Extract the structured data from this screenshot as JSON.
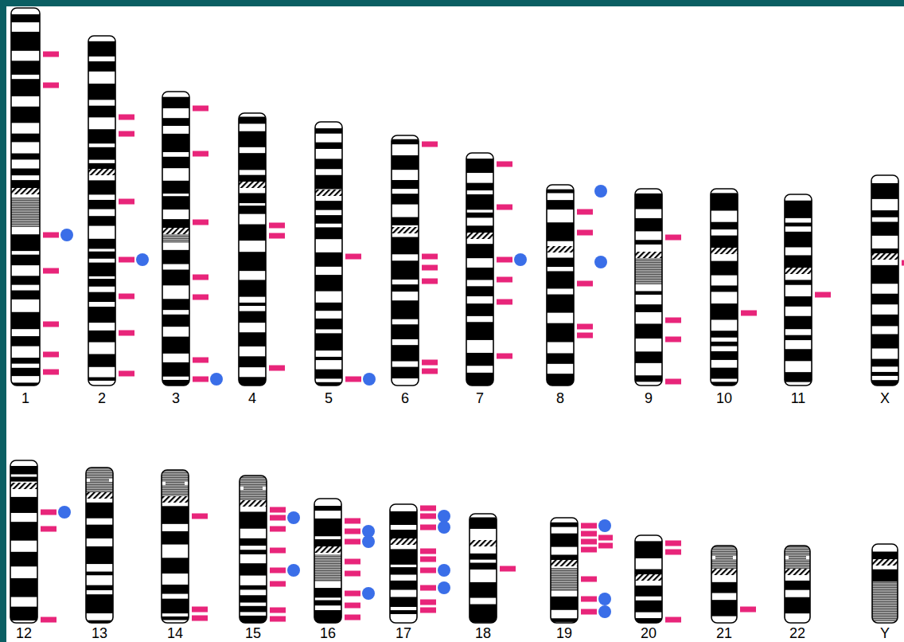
{
  "diagram": {
    "labels": [
      "1",
      "2",
      "3",
      "4",
      "5",
      "6",
      "7",
      "8",
      "9",
      "10",
      "11",
      "X",
      "12",
      "13",
      "14",
      "15",
      "16",
      "17",
      "18",
      "19",
      "20",
      "21",
      "22",
      "Y"
    ]
  }
}
